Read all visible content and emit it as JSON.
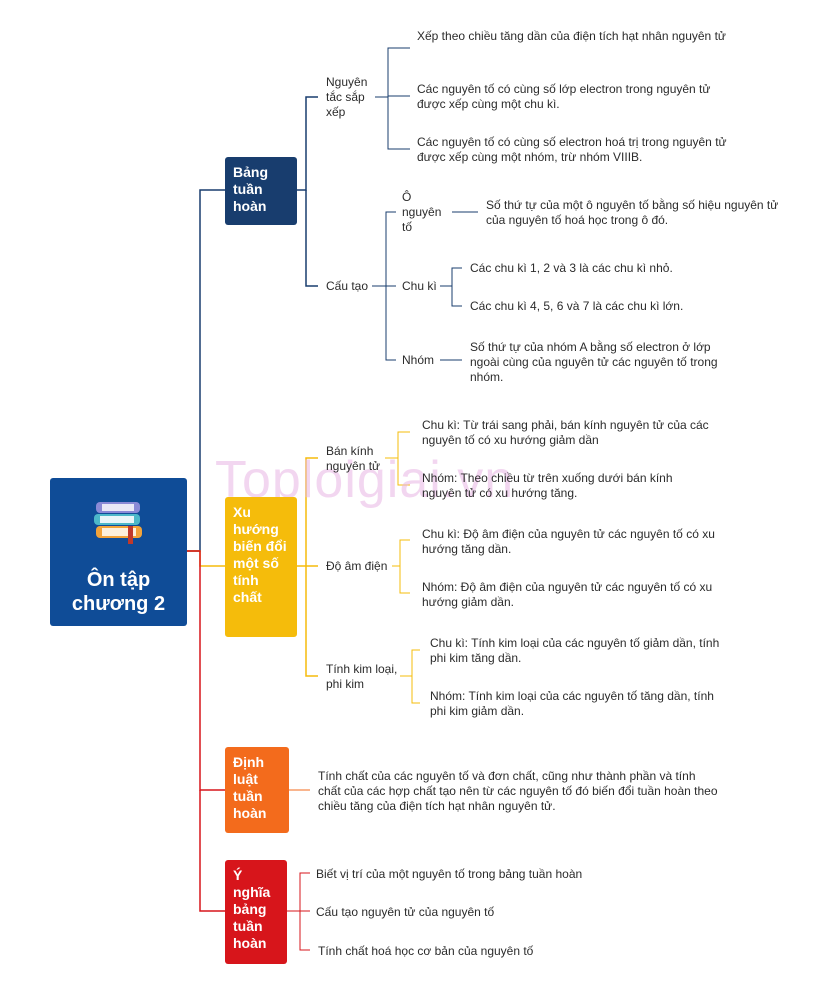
{
  "root": {
    "title": "Ôn tập chương 2",
    "icon": "books-icon"
  },
  "watermark": "Toploigiai.vn",
  "branches": [
    {
      "label": "Bảng tuần hoàn",
      "color": "#183d6e",
      "children": [
        {
          "label": "Nguyên tắc sắp xếp",
          "items": [
            "Xếp theo chiều tăng dần của điện tích hạt nhân nguyên tử",
            "Các nguyên tố có cùng số lớp electron trong nguyên tử được xếp cùng một chu kì.",
            "Các nguyên tố có cùng số electron hoá trị trong nguyên tử được xếp cùng một nhóm, trừ nhóm VIIIB."
          ]
        },
        {
          "label": "Cấu tạo",
          "children": [
            {
              "label": "Ô nguyên tố",
              "items": [
                "Số thứ tự của một ô nguyên tố bằng số hiệu nguyên tử của nguyên tố hoá học trong ô đó."
              ]
            },
            {
              "label": "Chu kì",
              "items": [
                "Các chu kì 1, 2 và 3 là các chu kì nhỏ.",
                "Các chu kì 4, 5, 6 và 7 là các chu kì lớn."
              ]
            },
            {
              "label": "Nhóm",
              "items": [
                "Số thứ tự của nhóm A bằng số electron ở lớp ngoài cùng của nguyên tử các nguyên tố trong nhóm."
              ]
            }
          ]
        }
      ]
    },
    {
      "label": "Xu hướng biến đổi một số tính chất",
      "color": "#f5bc0b",
      "children": [
        {
          "label": "Bán kính nguyên tử",
          "items": [
            "Chu kì: Từ trái sang phải, bán kính nguyên tử của các nguyên tố có xu hướng giảm dần",
            "Nhóm: Theo chiều từ trên xuống dưới bán kính nguyên tử có xu hướng tăng."
          ]
        },
        {
          "label": "Độ âm điện",
          "items": [
            "Chu kì: Độ âm điện của nguyên tử các nguyên tố có xu hướng tăng dần.",
            "Nhóm: Độ âm điện của nguyên tử các nguyên tố có xu hướng giảm dần."
          ]
        },
        {
          "label": "Tính kim loại, phi kim",
          "items": [
            "Chu kì: Tính kim loại của các nguyên tố giảm dần, tính phi kim tăng dần.",
            "Nhóm: Tính kim loại của các nguyên tố tăng dần, tính phi kim giảm dần."
          ]
        }
      ]
    },
    {
      "label": "Định luật tuần hoàn",
      "color": "#f36b1c",
      "items": [
        "Tính chất của các nguyên tố và đơn chất, cũng như thành phần và tính chất của các hợp chất tạo nên từ các nguyên tố đó biến đổi tuần hoàn theo chiều tăng của điện tích hạt nhân nguyên tử."
      ]
    },
    {
      "label": "Ý nghĩa bảng tuần hoàn",
      "color": "#d7151b",
      "items": [
        "Biết vị trí của một nguyên tố trong bảng tuần hoàn",
        "Cấu tạo nguyên tử của nguyên tố",
        "Tính chất hoá học cơ bản của nguyên tố"
      ]
    }
  ]
}
